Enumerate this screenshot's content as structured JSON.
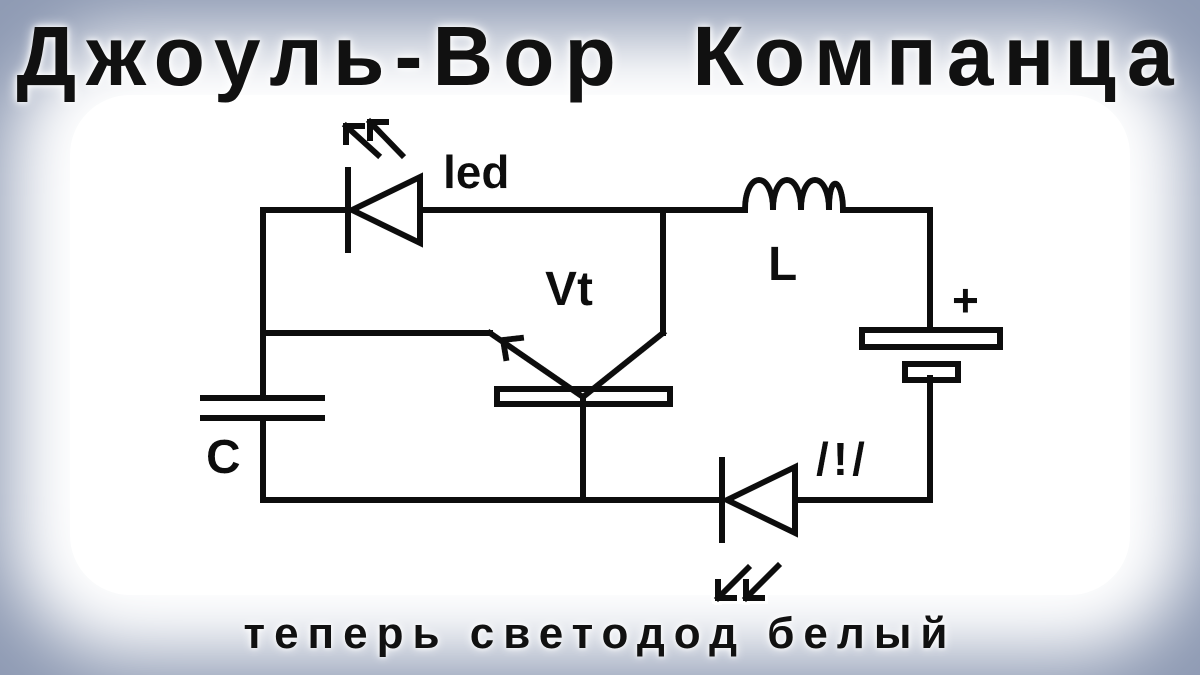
{
  "title": "Джоуль-Вор  Компанца",
  "subtitle": "теперь светодод белый",
  "labels": {
    "led": "led",
    "transistor": "Vt",
    "inductor": "L",
    "plus": "+",
    "capacitor": "C",
    "warning": "/!/"
  },
  "colors": {
    "background": "#8f9bb4",
    "wire": "#111111",
    "halo": "#ffffff"
  }
}
